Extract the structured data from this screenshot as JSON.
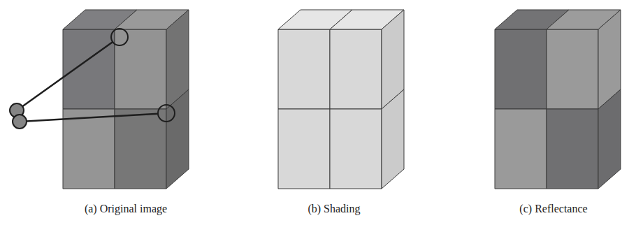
{
  "diagram": {
    "labels": [
      "(a) Original image",
      "(b) Shading",
      "(c) Reflectance"
    ]
  }
}
